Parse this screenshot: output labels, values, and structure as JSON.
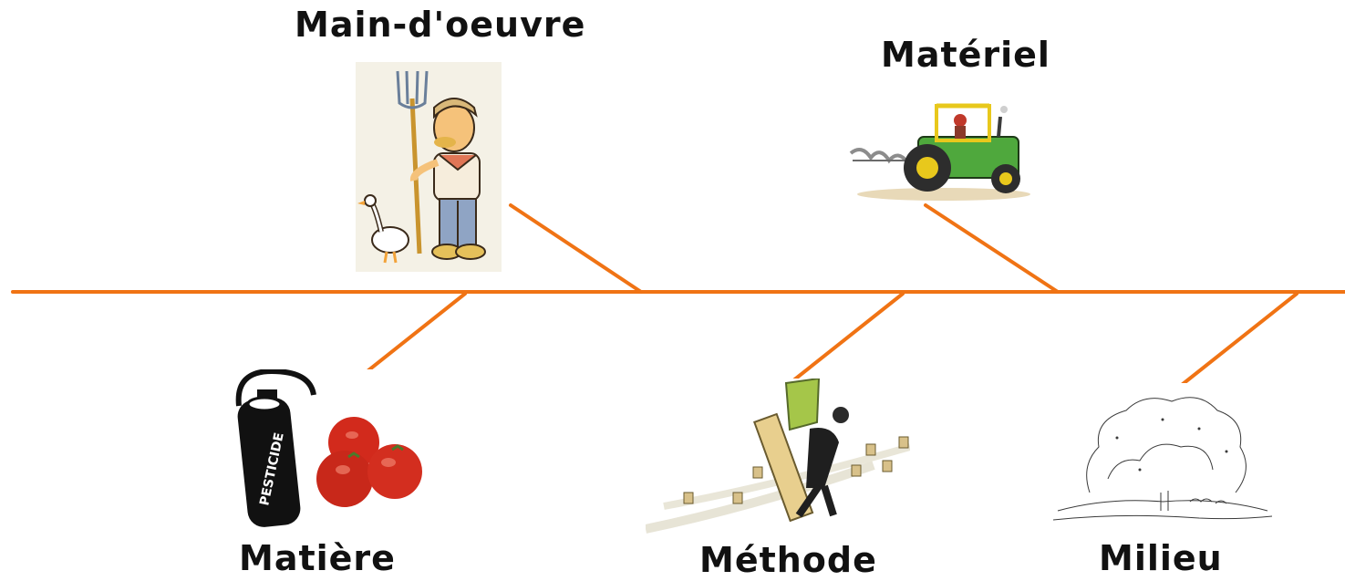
{
  "diagram": {
    "type": "ishikawa",
    "line_color": "#F07314",
    "categories": {
      "main_oeuvre": {
        "label": "Main-d'oeuvre",
        "icon": "farmer-with-pitchfork-icon"
      },
      "materiel": {
        "label": "Matériel",
        "icon": "tractor-icon"
      },
      "matiere": {
        "label": "Matière",
        "icon": "pesticide-and-tomatoes-icon",
        "pesticide_text": "PESTICIDE"
      },
      "methode": {
        "label": "Méthode",
        "icon": "planting-worker-icon"
      },
      "milieu": {
        "label": "Milieu",
        "icon": "landscape-sketch-icon"
      }
    }
  }
}
